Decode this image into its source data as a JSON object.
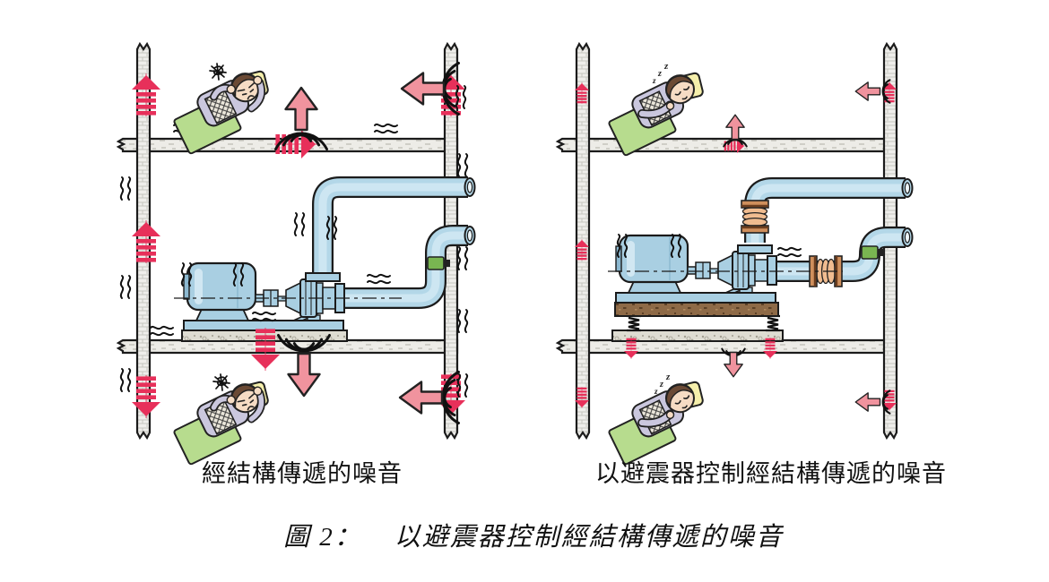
{
  "figure": {
    "left_panel": {
      "caption": "經結構傳遞的噪音"
    },
    "right_panel": {
      "caption": "以避震器控制經結構傳遞的噪音"
    },
    "caption": {
      "label": "圖 2：",
      "title": "以避震器控制經結構傳遞的噪音"
    },
    "sleep_sound": {
      "z1": "z",
      "z2": "z",
      "z3": "z"
    },
    "palette": {
      "pipe_blue": "#b3d7e8",
      "machine_blue": "#a9cfe2",
      "arrow_pink": "#f0939e",
      "vibration_red": "#e7305a",
      "isolator_tan": "#f0bc90",
      "flange_brown": "#cf8f5c",
      "clamp_green": "#79b551",
      "inertia_brown": "#8e6a47",
      "blanket_green": "#b7dc8e",
      "pillow_yellow": "#f5efab",
      "wall_gray": "#efeeeb",
      "outline": "#1b1b1b"
    }
  }
}
